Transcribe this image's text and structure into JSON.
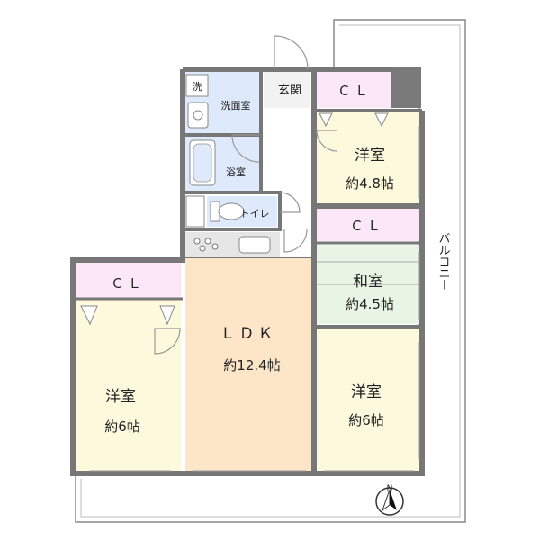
{
  "rooms": {
    "bedroom_ne": {
      "name": "洋室",
      "size": "約4.8帖"
    },
    "bedroom_w": {
      "name": "洋室",
      "size": "約6帖"
    },
    "bedroom_se": {
      "name": "洋室",
      "size": "約6帖"
    },
    "washitsu": {
      "name": "和室",
      "size": "約4.5帖"
    },
    "ldk": {
      "name": "ＬＤＫ",
      "size": "約12.4帖"
    },
    "genkan": "玄関",
    "senmenjo": "洗面室",
    "bathroom": "浴室",
    "toilet": "トイレ",
    "washer_mark": "洗",
    "closet_ne": "ＣＬ",
    "closet_mid": "ＣＬ",
    "closet_w": "ＣＬ"
  },
  "balcony": "バルコニー",
  "compass": "N",
  "colors": {
    "bedroom": "#fcf9dd",
    "ldk": "#fde5c8",
    "closet": "#fbe7f7",
    "wet_area": "#deeafb",
    "washitsu": "#e8f4e4",
    "kitchen": "#e6e6e6",
    "wall": "#777777"
  }
}
